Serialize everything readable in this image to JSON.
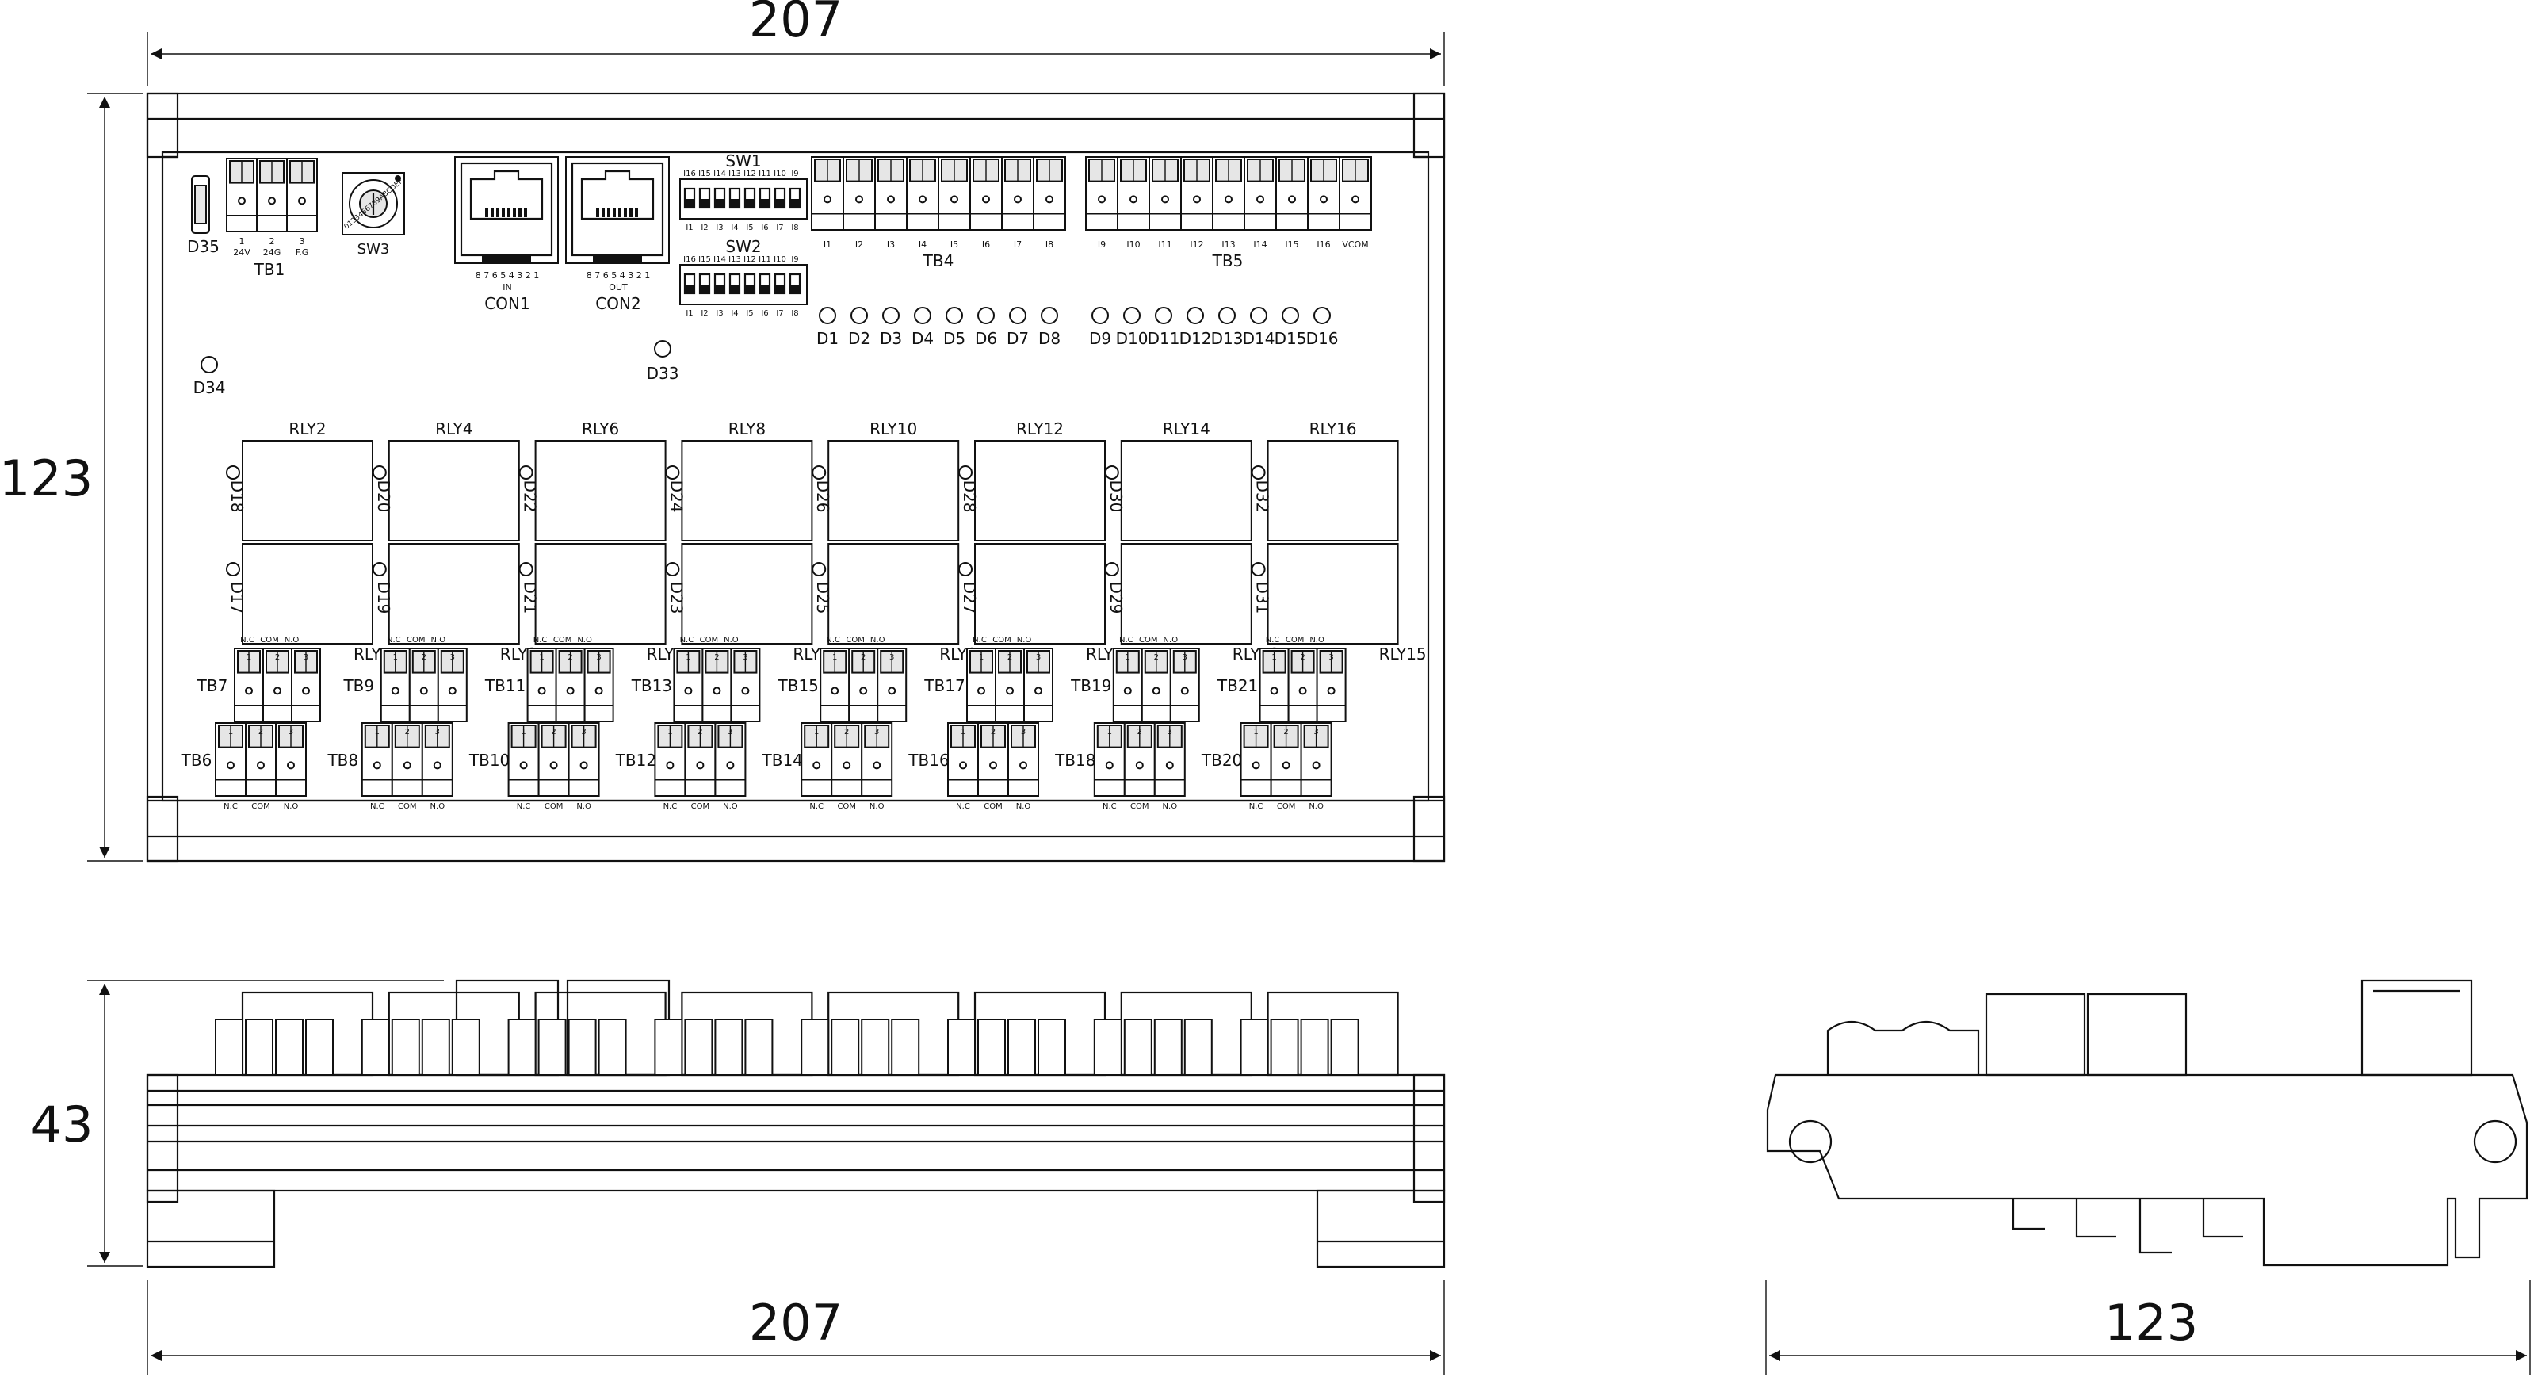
{
  "dimensions": {
    "top_width": "207",
    "left_height": "123",
    "side_height": "43",
    "bottom_width": "207",
    "end_width": "123"
  },
  "tb1": {
    "label": "TB1",
    "pins": [
      "1",
      "2",
      "3"
    ],
    "names": [
      "24V",
      "24G",
      "F.G"
    ]
  },
  "d35": "D35",
  "sw3": {
    "label": "SW3",
    "dial": "0123456789ABCDEF"
  },
  "con1": {
    "label": "CON1",
    "pins": "8 7 6 5 4 3 2 1",
    "sub": "IN"
  },
  "con2": {
    "label": "CON2",
    "pins": "8 7 6 5 4 3 2 1",
    "sub": "OUT"
  },
  "sw1": {
    "label": "SW1",
    "top": [
      "I16",
      "I15",
      "I14",
      "I13",
      "I12",
      "I11",
      "I10",
      "I9"
    ],
    "bottom": [
      "I1",
      "I2",
      "I3",
      "I4",
      "I5",
      "I6",
      "I7",
      "I8"
    ]
  },
  "sw2": {
    "label": "SW2",
    "top": [
      "I16",
      "I15",
      "I14",
      "I13",
      "I12",
      "I11",
      "I10",
      "I9"
    ],
    "bottom": [
      "I1",
      "I2",
      "I3",
      "I4",
      "I5",
      "I6",
      "I7",
      "I8"
    ]
  },
  "tb4": {
    "label": "TB4",
    "pins": [
      "I1",
      "I2",
      "I3",
      "I4",
      "I5",
      "I6",
      "I7",
      "I8"
    ]
  },
  "tb5": {
    "label": "TB5",
    "pins": [
      "I9",
      "I10",
      "I11",
      "I12",
      "I13",
      "I14",
      "I15",
      "I16",
      "VCOM"
    ]
  },
  "leds_a": [
    "D1",
    "D2",
    "D3",
    "D4",
    "D5",
    "D6",
    "D7",
    "D8"
  ],
  "leds_b": [
    "D9",
    "D10",
    "D11",
    "D12",
    "D13",
    "D14",
    "D15",
    "D16"
  ],
  "d33": "D33",
  "d34": "D34",
  "relay_top": [
    "RLY2",
    "RLY4",
    "RLY6",
    "RLY8",
    "RLY10",
    "RLY12",
    "RLY14",
    "RLY16"
  ],
  "relay_bottom": [
    "RLY1",
    "RLY3",
    "RLY5",
    "RLY7",
    "RLY9",
    "RLY11",
    "RLY13",
    "RLY15"
  ],
  "led_top": [
    "D18",
    "D20",
    "D22",
    "D24",
    "D26",
    "D28",
    "D30",
    "D32"
  ],
  "led_bottom": [
    "D17",
    "D19",
    "D21",
    "D23",
    "D25",
    "D27",
    "D29",
    "D31"
  ],
  "tb_upper": [
    "TB7",
    "TB9",
    "TB11",
    "TB13",
    "TB15",
    "TB17",
    "TB19",
    "TB21"
  ],
  "tb_lower": [
    "TB6",
    "TB8",
    "TB10",
    "TB12",
    "TB14",
    "TB16",
    "TB18",
    "TB20"
  ],
  "relay_pins": [
    "1",
    "2",
    "3"
  ],
  "relay_contacts": [
    "N.C",
    "COM",
    "N.O"
  ]
}
